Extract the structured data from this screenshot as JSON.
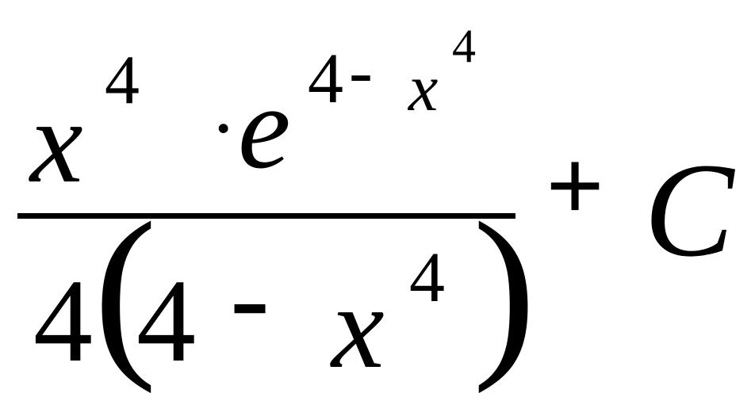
{
  "formula": {
    "numerator": {
      "base_var": "x",
      "base_exp": "4",
      "dot": "·",
      "exp_base": "e",
      "exp_parts": {
        "four": "4",
        "minus": "-",
        "var": "x",
        "var_exp": "4"
      }
    },
    "denominator": {
      "coef": "4",
      "left_paren": "(",
      "inner_four": "4",
      "minus": "-",
      "var": "x",
      "var_exp": "4",
      "right_paren": ")"
    },
    "plus": "+",
    "constant": "C"
  }
}
